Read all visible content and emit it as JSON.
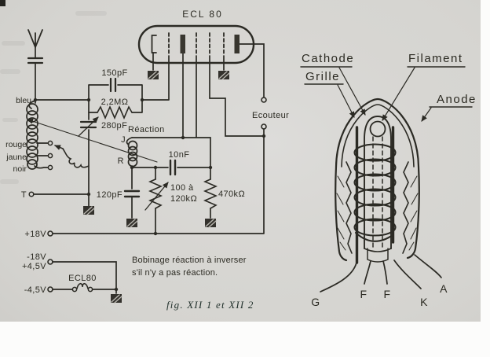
{
  "figure": {
    "caption": "fig. XII 1 et XII 2",
    "note_line1": "Bobinage réaction à inverser",
    "note_line2": "s'il n'y a pas réaction.",
    "ink_color": "#2b2a24",
    "paper_color": "#d6d5d1"
  },
  "schematic": {
    "tube_label": "ECL 80",
    "wire_bleu": "bleu",
    "wire_rouge": "rouge",
    "wire_jaune": "jaune",
    "wire_noir": "noir",
    "terminal_t": "T",
    "cap_grid": "150pF",
    "res_gridleak": "2,2MΩ",
    "cap_tuning": "280pF",
    "reaction": "Réaction",
    "reaction_j": "J",
    "reaction_r": "R",
    "cap_coupling": "10nF",
    "cap_bypass": "120pF",
    "pot_line1": "100 à",
    "pot_line2": "120kΩ",
    "res_load": "470kΩ",
    "earphone": "Ecouteur",
    "rail_p18": "+18V",
    "rail_m18": "-18V",
    "rail_p45": "+4,5V",
    "rail_m45": "-4,5V",
    "heater_tube": "ECL80"
  },
  "tube_view": {
    "label_cathode": "Cathode",
    "label_grille": "Grille",
    "label_filament": "Filament",
    "label_anode": "Anode",
    "pin_g": "G",
    "pin_f1": "F",
    "pin_f2": "F",
    "pin_k": "K",
    "pin_a": "A"
  }
}
